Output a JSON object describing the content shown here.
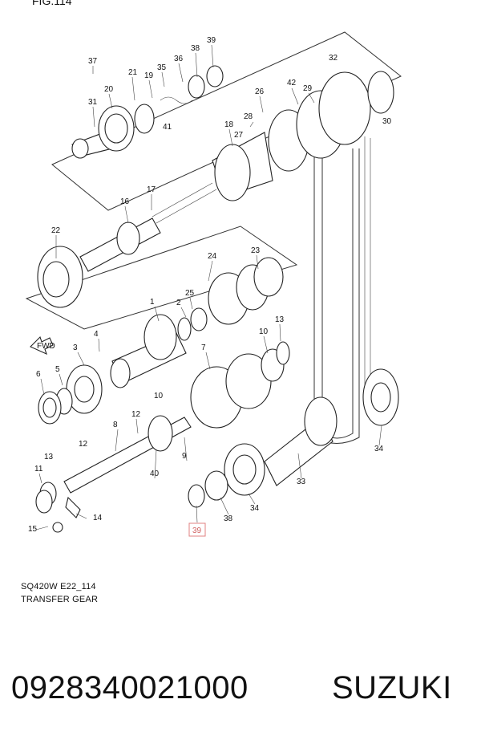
{
  "header": {
    "fig_label": "FIG.114"
  },
  "diagram": {
    "code": "SQ420W E22_114",
    "title": "TRANSFER GEAR",
    "fwd_label": "FWD",
    "callouts": [
      "37",
      "21",
      "19",
      "35",
      "36",
      "38",
      "39",
      "20",
      "31",
      "41",
      "32",
      "42",
      "26",
      "28",
      "27",
      "18",
      "29",
      "30",
      "17",
      "16",
      "22",
      "24",
      "23",
      "25",
      "2",
      "1",
      "4",
      "3",
      "13",
      "10",
      "7",
      "6",
      "5",
      "12",
      "9",
      "8",
      "40",
      "11",
      "14",
      "15",
      "33",
      "34",
      "38",
      "34",
      "39"
    ],
    "highlighted_callout": "39",
    "accent_color": "#e08080"
  },
  "footer": {
    "part_number": "0928340021000",
    "brand": "SUZUKI"
  }
}
